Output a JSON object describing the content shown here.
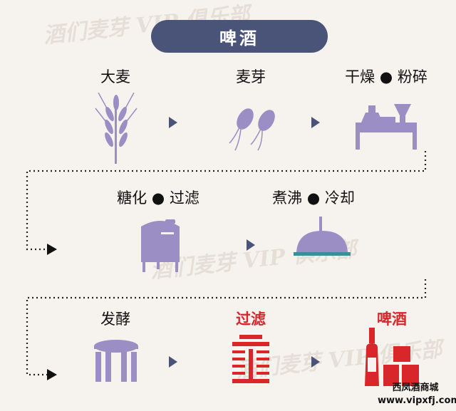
{
  "title": "啤酒",
  "steps": {
    "barley": "大麦",
    "malt": "麦芽",
    "dry_crush": "干燥 ● 粉碎",
    "mash_filter": "糖化 ● 过滤",
    "boil_cool": "煮沸 ● 冷却",
    "ferment": "发酵",
    "filter": "过滤",
    "beer": "啤酒"
  },
  "watermark": "酒们麦芽 VIP 俱乐部",
  "site": {
    "name": "西凤酒商城",
    "url": "www.vipxfj.com"
  },
  "colors": {
    "pill": "#4a5478",
    "icon_purple": "#9b8ec4",
    "arrow": "#4a5478",
    "highlight_red": "#d9262b",
    "teal": "#3a8f9a"
  }
}
